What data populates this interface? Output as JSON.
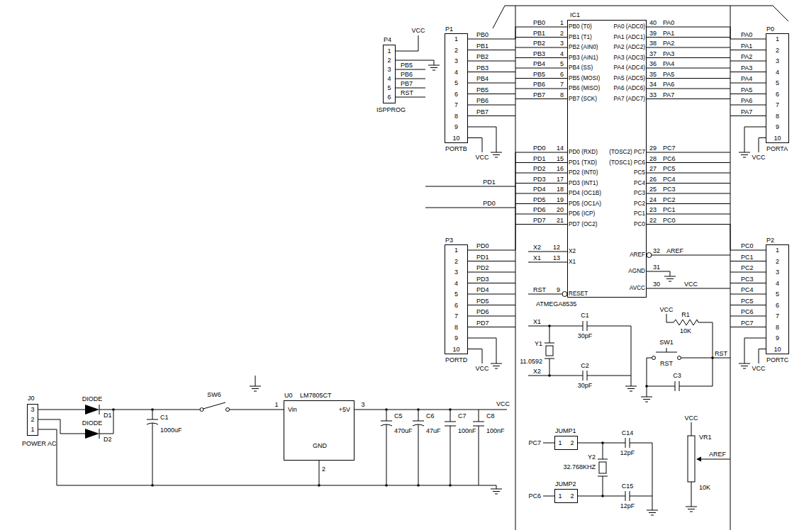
{
  "diagram": {
    "nodes": [
      {
        "text": [
          "P4",
          "ISPPROG"
        ]
      },
      {
        "text": [
          "P1",
          "PORTB"
        ]
      },
      {
        "text": [
          "IC1",
          "ATMEGA8535"
        ]
      },
      {
        "text": [
          "P0",
          "PORTA"
        ]
      },
      {
        "text": [
          "P3",
          "PORTD"
        ]
      },
      {
        "text": [
          "P2",
          "PORTC"
        ]
      },
      {
        "text": [
          "J0",
          "POWER AC"
        ]
      },
      {
        "text": [
          "U0",
          "LM7805CT",
          "Vin",
          "+5V",
          "GND"
        ]
      },
      {
        "text": [
          "JUMP1"
        ]
      },
      {
        "text": [
          "JUMP2"
        ]
      }
    ],
    "edges": [
      {
        "from": 1,
        "to": 2,
        "arrow": "none"
      },
      {
        "from": 3,
        "to": 2,
        "arrow": "none"
      },
      {
        "from": 4,
        "to": 2,
        "arrow": "none"
      },
      {
        "from": 5,
        "to": 2,
        "arrow": "none"
      }
    ],
    "labels": [
      "PB0 (T0)",
      "PB1 (T1)",
      "PB2 (AIN0)",
      "PB3 (AIN1)",
      "PB4 (SS)",
      "PB5 (MOSI)",
      "PB6 (MISO)",
      "PB7 (SCK)",
      "1",
      "2",
      "3",
      "4",
      "5",
      "6",
      "7",
      "8",
      "PB0",
      "PB1",
      "PB2",
      "PB3",
      "PB4",
      "PB5",
      "PB6",
      "PB7",
      "PD0 (RXD)",
      "PD1 (TXD)",
      "PD2 (INT0)",
      "PD3 (INT1)",
      "PD4 (OC1B)",
      "PD5 (OC1A)",
      "PD6 (ICP)",
      "PD7 (OC2)",
      "14",
      "15",
      "16",
      "17",
      "18",
      "19",
      "20",
      "21",
      "PD0",
      "PD1",
      "PD2",
      "PD3",
      "PD4",
      "PD5",
      "PD6",
      "PD7",
      "X2",
      "X1",
      "RESET",
      "12",
      "13",
      "9",
      "X2",
      "X1",
      "RST",
      "PA0 (ADC0)",
      "PA1 (ADC1)",
      "PA2 (ADC2)",
      "PA3 (ADC3)",
      "PA4 (ADC4)",
      "PA5 (ADC5)",
      "PA6 (ADC6)",
      "PA7 (ADC7)",
      "40",
      "39",
      "38",
      "37",
      "36",
      "35",
      "34",
      "33",
      "PA0",
      "PA1",
      "PA2",
      "PA3",
      "PA4",
      "PA5",
      "PA6",
      "PA7",
      "(TOSC2) PC7",
      "(TOSC1) PC6",
      "PC5",
      "PC4",
      "PC3",
      "PC2",
      "PC1",
      "PC0",
      "29",
      "28",
      "27",
      "26",
      "25",
      "24",
      "23",
      "22",
      "PC7",
      "PC6",
      "PC5",
      "PC4",
      "PC3",
      "PC2",
      "PC1",
      "PC0",
      "AREF",
      "AGND",
      "AVCC",
      "32",
      "31",
      "30",
      "AREF",
      "VCC",
      "1",
      "2",
      "3",
      "4",
      "5",
      "6",
      "7",
      "8",
      "9",
      "10",
      "PB0",
      "PB1",
      "PB2",
      "PB3",
      "PB4",
      "PB5",
      "PB6",
      "PB7",
      "1",
      "2",
      "3",
      "4",
      "5",
      "6",
      "7",
      "8",
      "9",
      "10",
      "PA0",
      "PA1",
      "PA2",
      "PA3",
      "PA4",
      "PA5",
      "PA6",
      "PA7",
      "1",
      "2",
      "3",
      "4",
      "5",
      "6",
      "7",
      "8",
      "9",
      "10",
      "PD0",
      "PD1",
      "PD2",
      "PD3",
      "PD4",
      "PD5",
      "PD6",
      "PD7",
      "1",
      "2",
      "3",
      "4",
      "5",
      "6",
      "7",
      "8",
      "9",
      "10",
      "PC0",
      "PC1",
      "PC2",
      "PC3",
      "PC4",
      "PC5",
      "PC6",
      "PC7",
      "VCC",
      "VCC",
      "VCC",
      "VCC",
      "1",
      "2",
      "3",
      "4",
      "5",
      "6",
      "VCC",
      "PB5",
      "PB6",
      "PB7",
      "RST",
      "PD1",
      "PD0",
      "Y1",
      "11.0592",
      "C1",
      "30pF",
      "C2",
      "30pF",
      "X1",
      "X2",
      "VCC",
      "R1",
      "10K",
      "SW1",
      "RST",
      "C3",
      "RST",
      "3",
      "2",
      "1",
      "DIODE",
      "D1",
      "DIODE",
      "D2",
      "C1",
      "1000uF",
      "SW6",
      "1",
      "3",
      "2",
      "C5",
      "470uF",
      "C6",
      "47uF",
      "C7",
      "100nF",
      "C8",
      "100nF",
      "VCC",
      "1",
      "2",
      "1",
      "2",
      "PC7",
      "PC6",
      "C14",
      "12pF",
      "C15",
      "12pF",
      "Y2",
      "32.768KHZ",
      "VCC",
      "VR1",
      "10K",
      "AREF"
    ]
  }
}
